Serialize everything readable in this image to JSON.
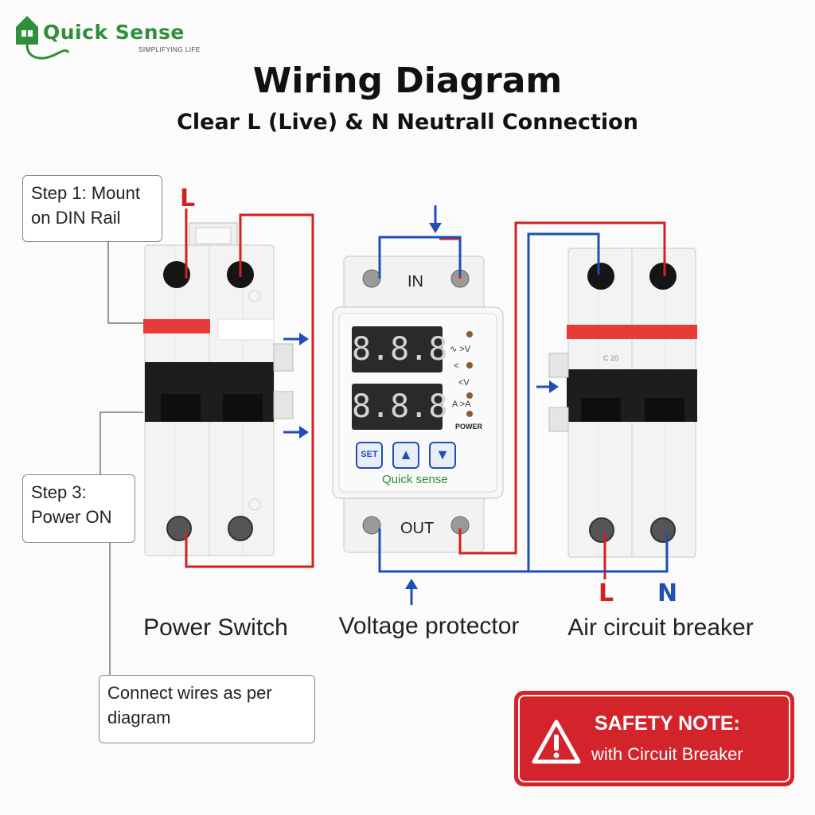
{
  "brand": {
    "name": "Quick Sense",
    "tagline": "SIMPLIFYING LIFE",
    "color": "#2f8f3a"
  },
  "title": "Wiring Diagram",
  "subtitle": "Clear L (Live) & N Neutrall Connection",
  "callouts": {
    "step1": [
      "Step 1: Mount",
      "on DIN Rail"
    ],
    "step3": [
      "Step 3:",
      "Power ON"
    ],
    "connect": [
      "Connect wires as per",
      "diagram"
    ]
  },
  "wire_labels": {
    "live_top": "L",
    "live_bottom": "L",
    "neutral_bottom": "N"
  },
  "devices": {
    "power_switch": "Power Switch",
    "voltage_protector": "Voltage protector",
    "air_circuit_breaker": "Air circuit breaker"
  },
  "voltage_protector": {
    "brand": "Quick sense",
    "in_label": "IN",
    "out_label": "OUT",
    "display_top": "8.8.8",
    "display_bottom": "8.8.8",
    "indicators": [
      "∿ >V",
      "<",
      "<V",
      "A >A",
      "POWER"
    ],
    "buttons": {
      "set": "SET",
      "up": "▲",
      "down": "▼"
    }
  },
  "breaker_print": {
    "rating": "C 20"
  },
  "safety": {
    "title": "SAFETY NOTE:",
    "text": "with Circuit Breaker"
  },
  "colors": {
    "live": "#d32020",
    "neutral": "#1f4fb5",
    "safety_bg": "#d3242b",
    "display_digits": "#d4d4d4",
    "display_bg": "#2a2a2a"
  }
}
